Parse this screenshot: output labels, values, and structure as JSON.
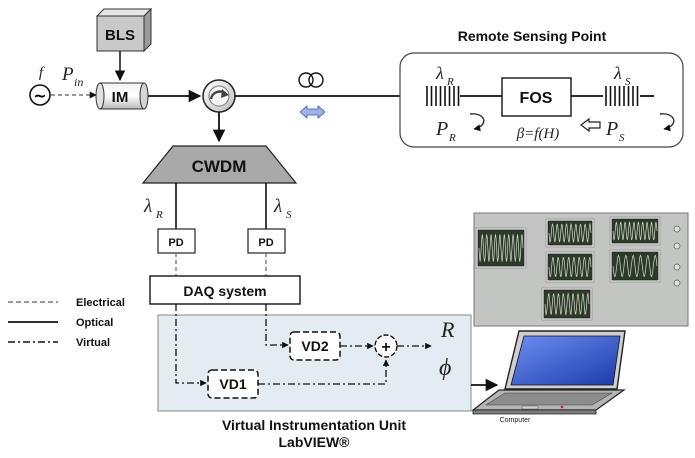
{
  "blocks": {
    "bls": "BLS",
    "im": "IM",
    "cwdm": "CWDM",
    "pd_left": "PD",
    "pd_right": "PD",
    "daq": "DAQ system",
    "fos": "FOS",
    "vd1": "VD1",
    "vd2": "VD2",
    "sum": "+"
  },
  "source": {
    "freq": "f",
    "wave_symbol": "~",
    "power": "P",
    "power_sub": "in"
  },
  "remote": {
    "title": "Remote Sensing Point",
    "lambda": "λ",
    "lambda_r_sub": "R",
    "lambda_s_sub": "S",
    "p": "P",
    "pr_sub": "R",
    "ps_sub": "S",
    "beta_eq": "β=f(H)"
  },
  "cwdm_outputs": {
    "lambda": "λ",
    "left_sub": "R",
    "right_sub": "S"
  },
  "outputs": {
    "r": "R",
    "phi": "ϕ"
  },
  "legend": {
    "electrical": "Electrical",
    "optical": "Optical",
    "virtual": "Virtual"
  },
  "viu": {
    "title_line1": "Virtual Instrumentation Unit",
    "title_line2": "LabVIEW®"
  },
  "computer": {
    "label": "Computer"
  },
  "colors": {
    "viu_bg": "#e3ecf1",
    "cwdm_fill": "#a9a9a9",
    "panel_bg": "#c3c5c2",
    "scope_bg": "#2c3a2a",
    "scope_trace": "#d6dccc",
    "screen_blue": "#2b55d6",
    "coupler_arrow": "#9db3ea"
  }
}
